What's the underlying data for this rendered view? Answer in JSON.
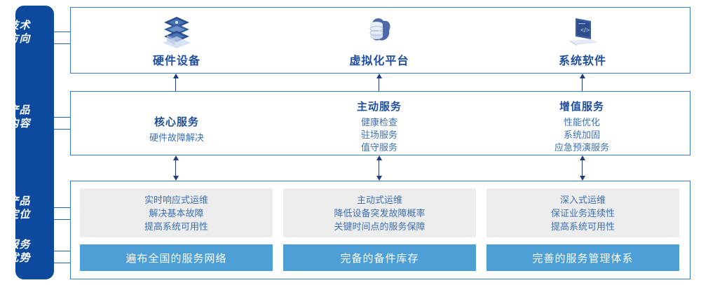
{
  "sidebar": {
    "items": [
      {
        "id": "tech-direction",
        "line1": "技术",
        "line2": "方向"
      },
      {
        "id": "product-content",
        "line1": "产品",
        "line2": "内容"
      },
      {
        "id": "product-position",
        "line1": "产品",
        "line2": "定位"
      },
      {
        "id": "service-advantage",
        "line1": "服务",
        "line2": "优势"
      }
    ],
    "bg_color": "#0D4A9E",
    "text_color": "#FFFFFF"
  },
  "tech_row": {
    "columns": [
      {
        "icon": "server-stack-icon",
        "title": "硬件设备"
      },
      {
        "icon": "cloud-database-icon",
        "title": "虚拟化平台"
      },
      {
        "icon": "laptop-code-icon",
        "title": "系统软件"
      }
    ]
  },
  "content_row": {
    "columns": [
      {
        "heading": "核心服务",
        "lines": [
          "硬件故障解决"
        ]
      },
      {
        "heading": "主动服务",
        "lines": [
          "健康检查",
          "驻场服务",
          "值守服务"
        ]
      },
      {
        "heading": "增值服务",
        "lines": [
          "性能优化",
          "系统加固",
          "应急预演服务"
        ]
      }
    ]
  },
  "bottom_row": {
    "columns": [
      {
        "gray_lines": [
          "实时响应式运维",
          "解决基本故障",
          "提高系统可用性"
        ],
        "bar_label": "遍布全国的服务网络"
      },
      {
        "gray_lines": [
          "主动式运维",
          "降低设备突发故障概率",
          "关键时间点的服务保障"
        ],
        "bar_label": "完备的备件库存"
      },
      {
        "gray_lines": [
          "深入式运维",
          "保证业务连续性",
          "提高系统可用性"
        ],
        "bar_label": "完善的服务管理体系"
      }
    ],
    "gray_bg": "#EDEDED",
    "bar_bg": "#4D9FD6"
  },
  "colors": {
    "panel_border": "#3B7BC8",
    "heading_blue": "#1F4E9C",
    "body_blue": "#3C6FB5",
    "arrow": "#1F3E82"
  }
}
